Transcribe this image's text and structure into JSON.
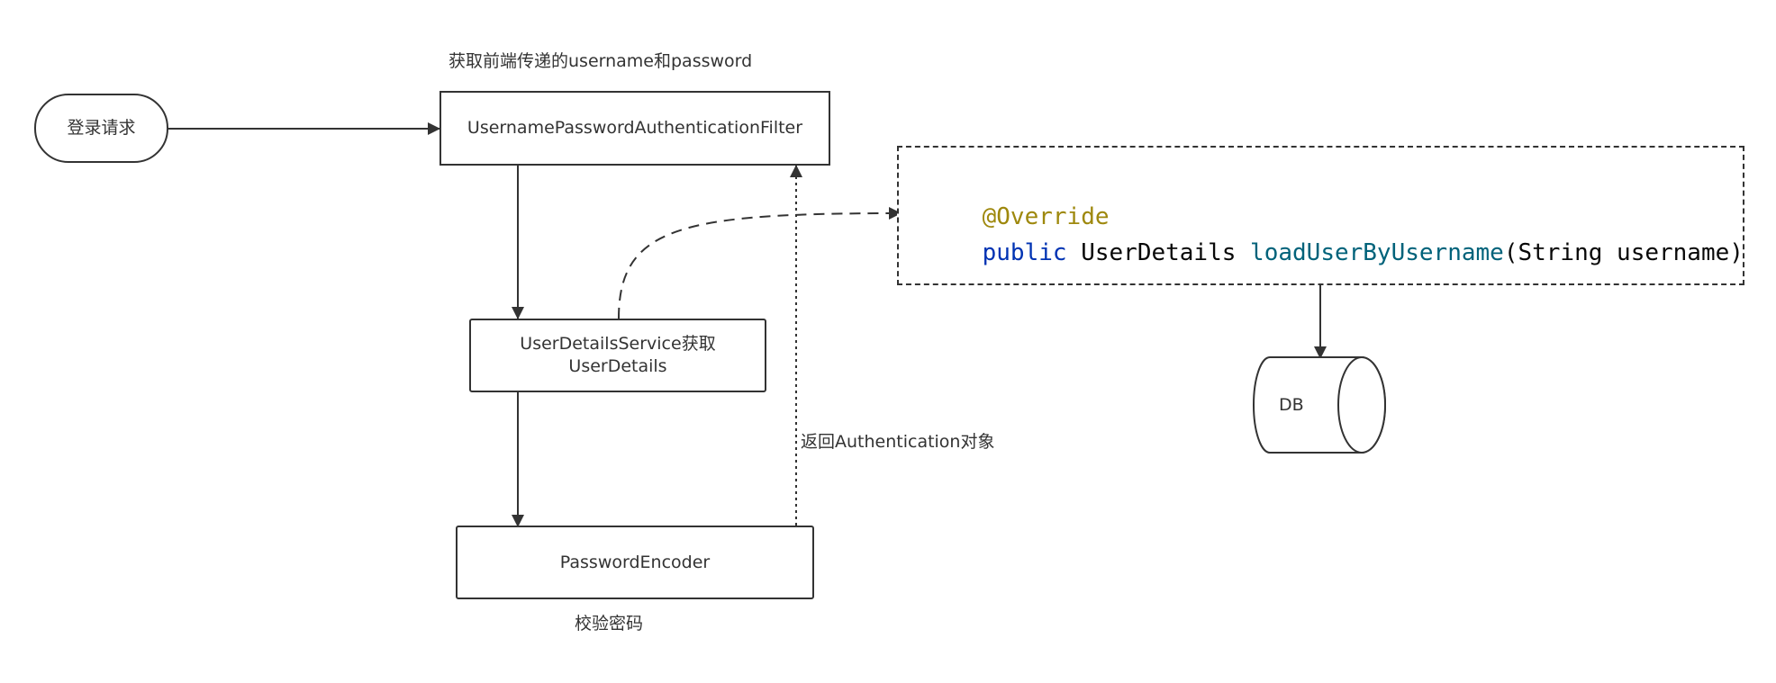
{
  "nodes": {
    "login_request": "登录请求",
    "auth_filter": "UsernamePasswordAuthenticationFilter",
    "user_details_service": "UserDetailsService获取\nUserDetails",
    "password_encoder": "PasswordEncoder",
    "db": "DB"
  },
  "labels": {
    "get_credentials": "获取前端传递的username和password",
    "return_auth": "返回Authentication对象",
    "verify_password": "校验密码"
  },
  "code": {
    "annotation": "@Override",
    "keyword": "public",
    "return_type": " UserDetails ",
    "method": "loadUserByUsername",
    "params": "(String username)"
  },
  "colors": {
    "line": "#333333",
    "annotation": "#9e880d",
    "keyword": "#0033b3",
    "method": "#00627a"
  }
}
